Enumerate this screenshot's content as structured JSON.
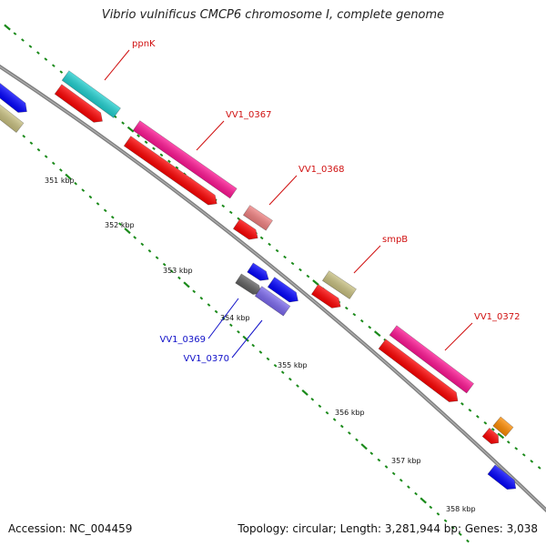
{
  "title": "Vibrio vulnificus CMCP6 chromosome I, complete genome",
  "footer": {
    "accession": "Accession: NC_004459",
    "summary": "Topology: circular; Length: 3,281,944 bp; Genes: 3,038"
  },
  "colors": {
    "backbone": "#808080",
    "tick": "#1a8a1a",
    "red_label": "#d01010",
    "blue_label": "#1010c8",
    "red_gene": "#ff0000",
    "blue_gene": "#0000ff",
    "magenta_gene": "#ff1493",
    "cyan_gene": "#20d0d0",
    "olive_gene": "#c8c080",
    "salmon_gene": "#f08080",
    "gray_gene": "#606060",
    "purple_gene": "#7b68ee",
    "orange_gene": "#ff8c00"
  },
  "scale_labels": [
    "351 kbp",
    "352 kbp",
    "353 kbp",
    "354 kbp",
    "355 kbp",
    "356 kbp",
    "357 kbp",
    "358 kbp"
  ],
  "gene_labels": [
    {
      "text": "ppnK",
      "color": "red"
    },
    {
      "text": "VV1_0367",
      "color": "red"
    },
    {
      "text": "VV1_0368",
      "color": "red"
    },
    {
      "text": "smpB",
      "color": "red"
    },
    {
      "text": "VV1_0372",
      "color": "red"
    },
    {
      "text": "VV1_0369",
      "color": "blue"
    },
    {
      "text": "VV1_0370",
      "color": "blue"
    }
  ]
}
